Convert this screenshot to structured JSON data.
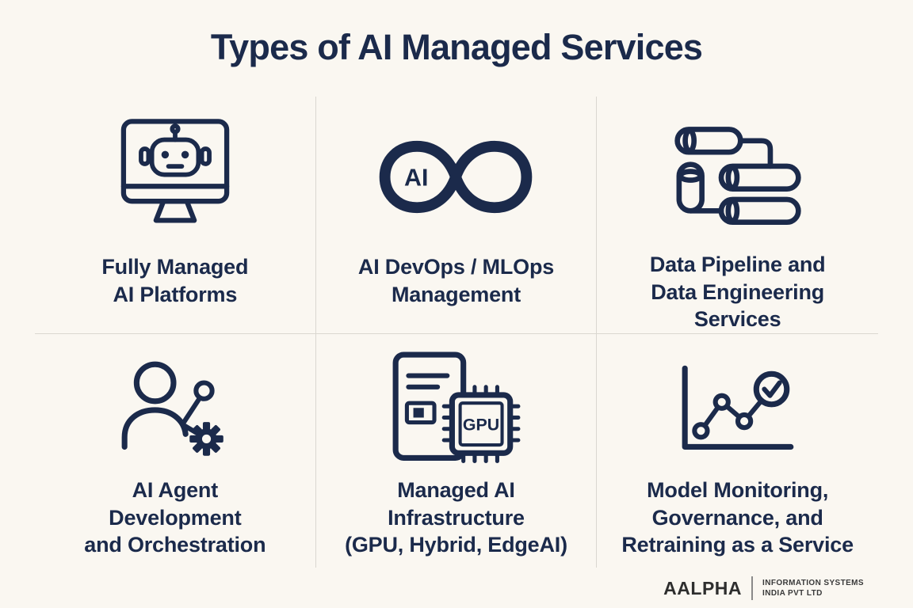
{
  "page": {
    "title": "Types of AI Managed Services",
    "background": "#FAF7F1",
    "accent": "#1B2A4B",
    "divider_color": "#DAD7D0"
  },
  "services": [
    {
      "icon": "robot-monitor-icon",
      "label": "Fully Managed\nAI Platforms"
    },
    {
      "icon": "ai-infinity-loop-icon",
      "icon_text": "AI",
      "label": "AI DevOps / MLOps\nManagement"
    },
    {
      "icon": "data-pipeline-icon",
      "label": "Data Pipeline and\nData Engineering\nServices"
    },
    {
      "icon": "agent-gear-network-icon",
      "label": "AI Agent\nDevelopment\nand Orchestration"
    },
    {
      "icon": "gpu-server-card-icon",
      "icon_text": "GPU",
      "label": "Managed AI\nInfrastructure\n(GPU, Hybrid, EdgeAI)"
    },
    {
      "icon": "monitoring-chart-check-icon",
      "label": "Model Monitoring,\nGovernance, and\nRetraining as a Service"
    }
  ],
  "footer": {
    "brand": "AALPHA",
    "tagline_line1": "INFORMATION SYSTEMS",
    "tagline_line2": "INDIA PVT LTD"
  }
}
